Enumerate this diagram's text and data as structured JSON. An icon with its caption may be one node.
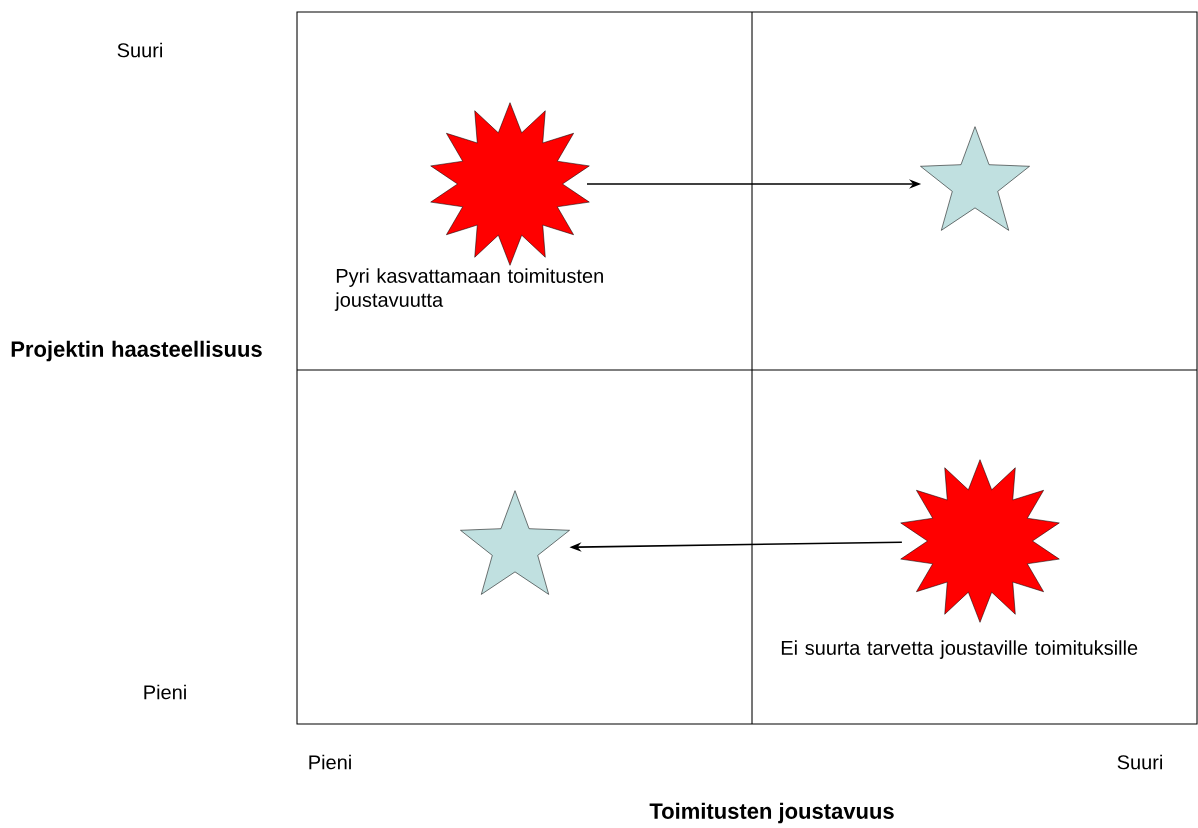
{
  "diagram": {
    "nodes": [
      {
        "text": [],
        "shape": "burst",
        "beside": [
          "Pyri kasvattamaan toimitusten joustavuutta"
        ]
      },
      {
        "text": [],
        "shape": "star"
      },
      {
        "text": [],
        "shape": "star"
      },
      {
        "text": [],
        "shape": "burst",
        "beside": [
          "Ei suurta tarvetta joustaville toimituksille"
        ]
      }
    ],
    "edges": [
      {
        "from": 0,
        "to": 1,
        "arrow": "to"
      },
      {
        "from": 3,
        "to": 2,
        "arrow": "to"
      }
    ],
    "labels": [
      "Suuri",
      "Projektin haasteellisuus",
      "Pieni",
      "Pieni",
      "Suuri",
      "Toimitusten joustavuus"
    ]
  }
}
